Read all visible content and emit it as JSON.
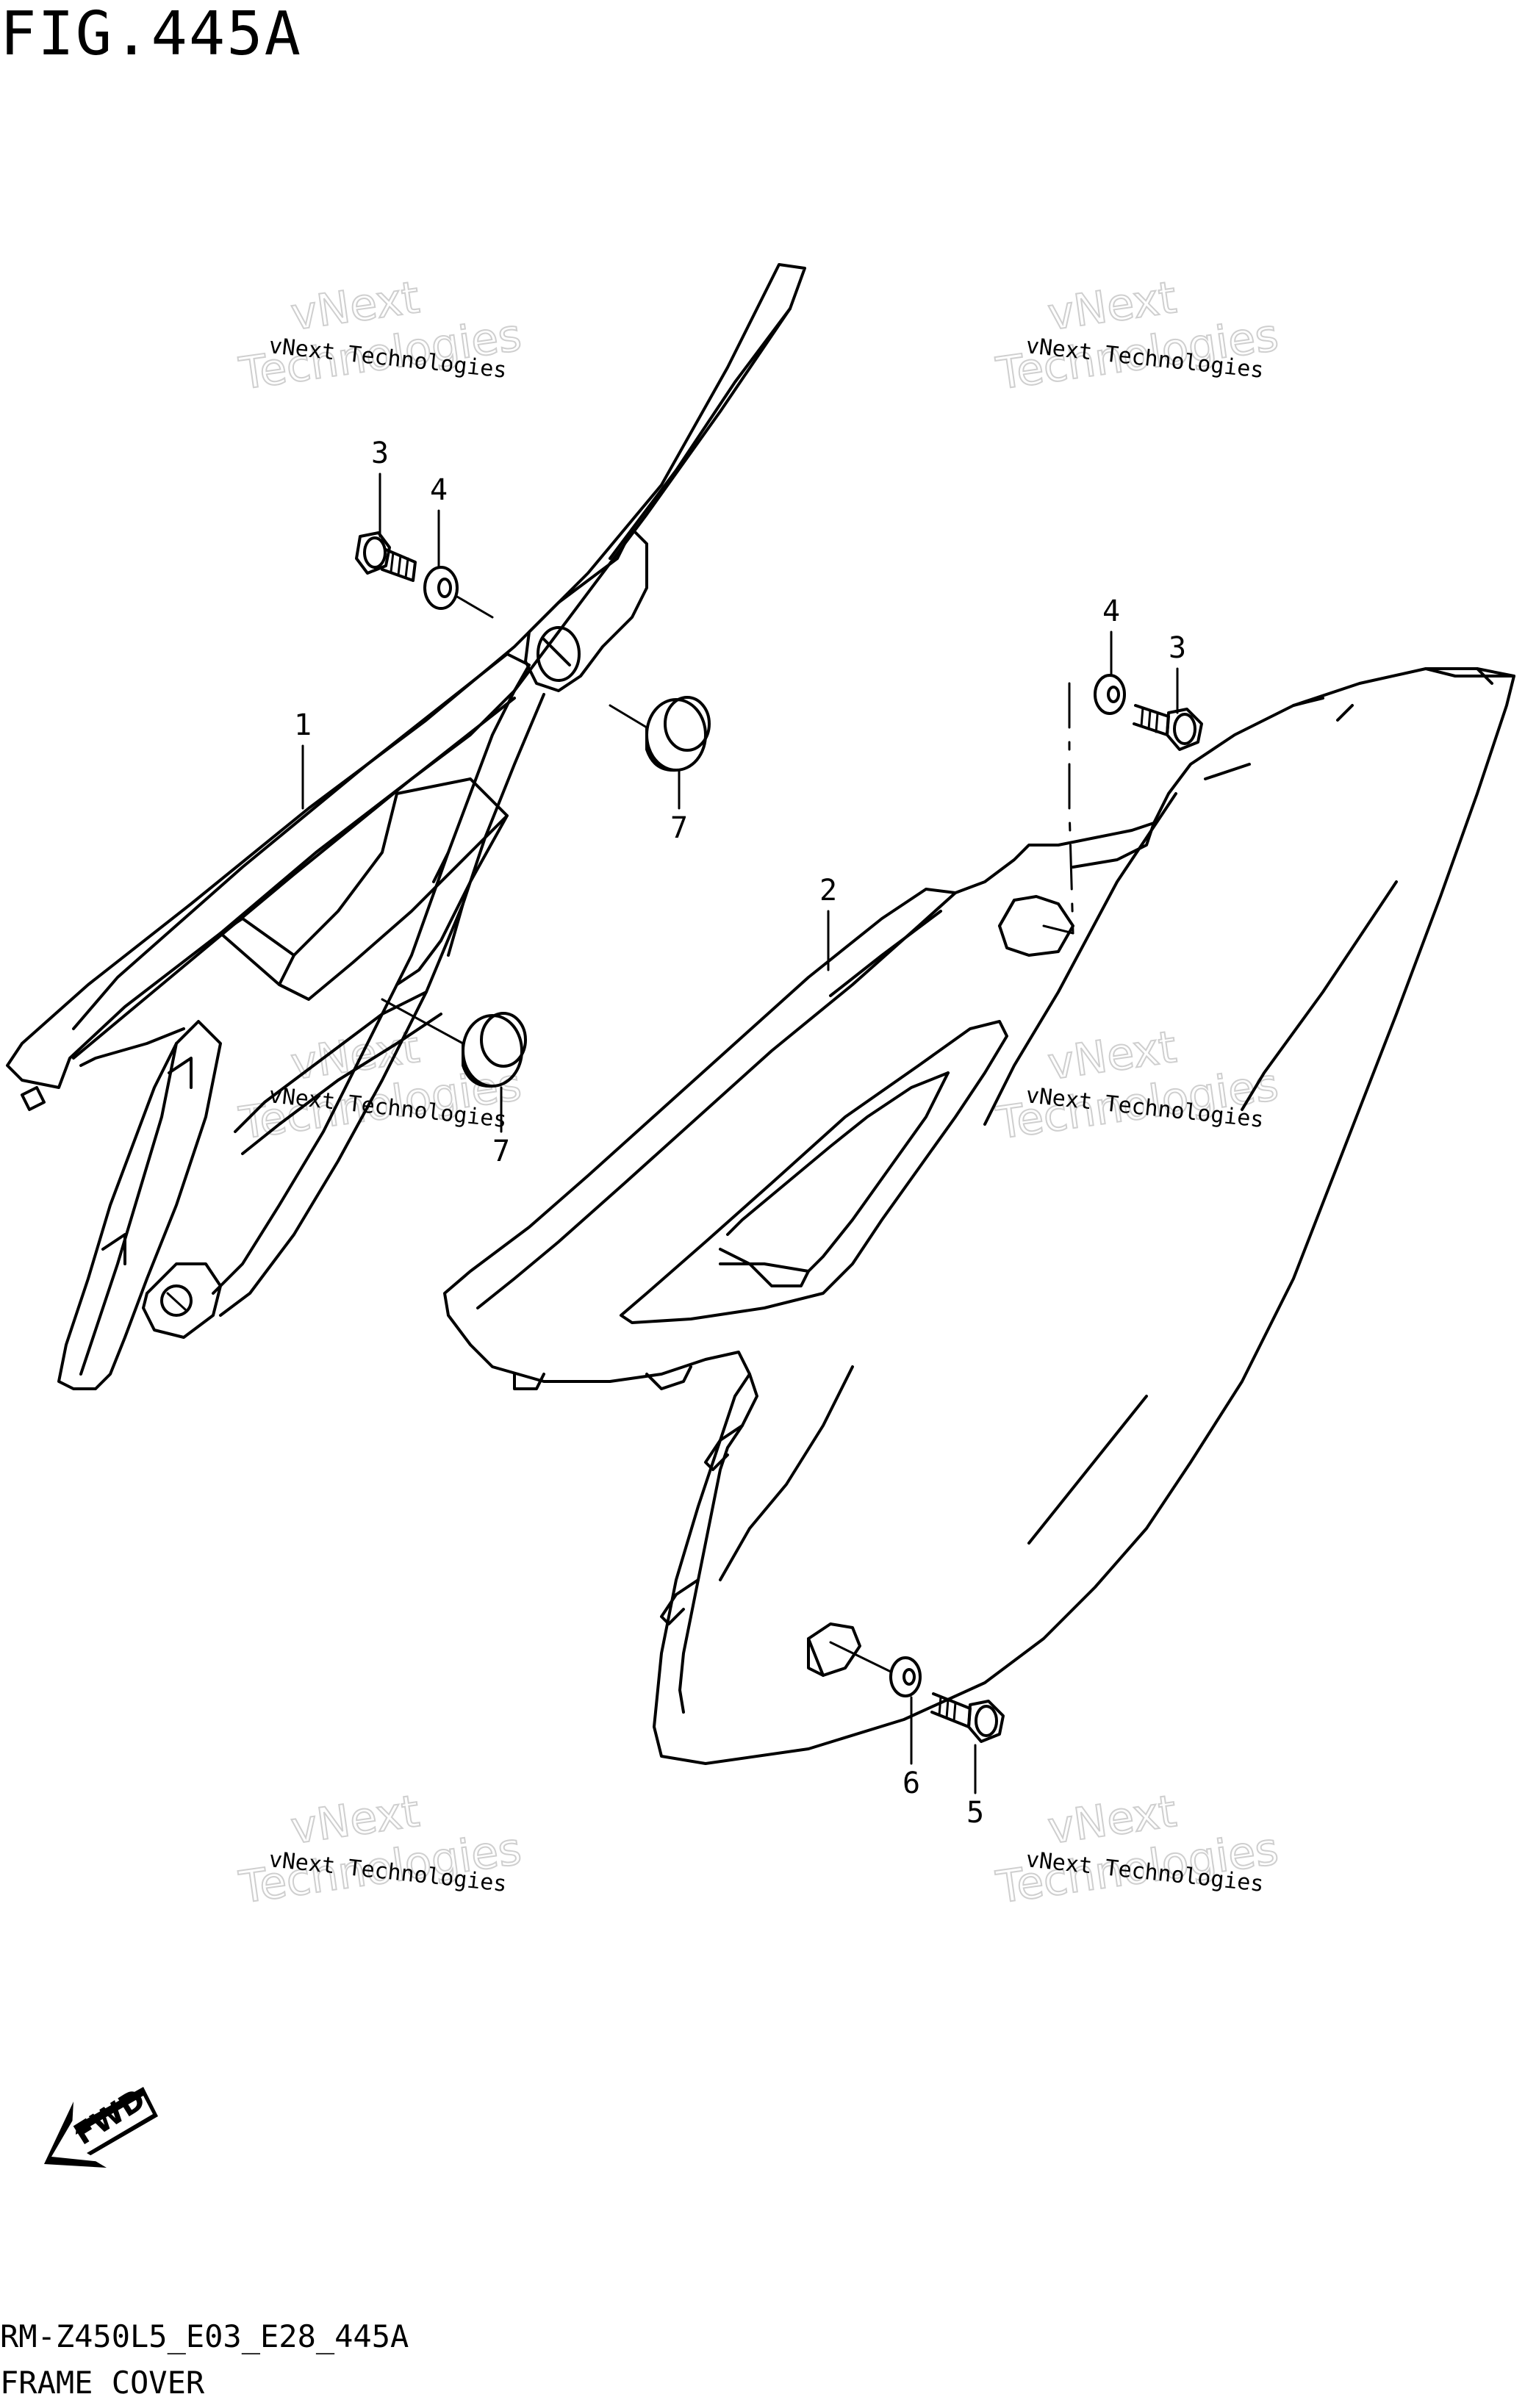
{
  "figure": {
    "title": "FIG.445A",
    "model_code": "RM-Z450L5_E03_E28_445A",
    "part_name": "FRAME COVER"
  },
  "callouts": [
    {
      "id": "c1",
      "label": "1"
    },
    {
      "id": "c2",
      "label": "2"
    },
    {
      "id": "c3a",
      "label": "3"
    },
    {
      "id": "c3b",
      "label": "3"
    },
    {
      "id": "c4a",
      "label": "4"
    },
    {
      "id": "c4b",
      "label": "4"
    },
    {
      "id": "c5",
      "label": "5"
    },
    {
      "id": "c6",
      "label": "6"
    },
    {
      "id": "c7a",
      "label": "7"
    },
    {
      "id": "c7b",
      "label": "7"
    }
  ],
  "watermark": {
    "small_text": "vNext Technologies",
    "big_line1": "vNext",
    "big_line2": "Technologies"
  },
  "fwd_label": "FWD",
  "colors": {
    "line": "#000000",
    "background": "#ffffff",
    "watermark": "#cfcfcf"
  }
}
